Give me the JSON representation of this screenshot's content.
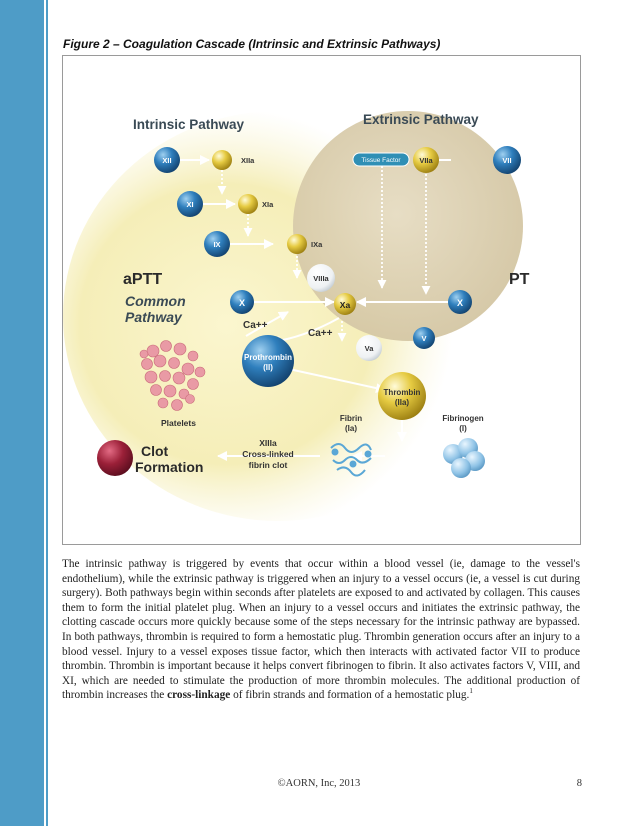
{
  "caption": "Figure 2 – Coagulation Cascade (Intrinsic and Extrinsic Pathways)",
  "diagram": {
    "intrinsic_title": "Intrinsic Pathway",
    "extrinsic_title": "Extrinsic Pathway",
    "aptt": "aPTT",
    "pt": "PT",
    "common_1": "Common",
    "common_2": "Pathway",
    "nodes": {
      "xii": "XII",
      "xiia": "XIIa",
      "xi": "XI",
      "xia": "XIa",
      "ix": "IX",
      "ixa": "IXa",
      "viiia": "VIIIa",
      "x_left": "X",
      "xa": "Xa",
      "x_right": "X",
      "v": "V",
      "va": "Va",
      "tissue_factor": "Tissue Factor",
      "viia": "VIIa",
      "vii": "VII",
      "ca_left": "Ca++",
      "ca_right": "Ca++",
      "prothrombin_1": "Prothrombin",
      "prothrombin_2": "(II)",
      "thrombin_1": "Thrombin",
      "thrombin_2": "(IIa)",
      "fibrin_1": "Fibrin",
      "fibrin_2": "(Ia)",
      "fibrinogen_1": "Fibrinogen",
      "fibrinogen_2": "(I)",
      "platelets": "Platelets",
      "xiiia_1": "XIIIa",
      "xiiia_2": "Cross-linked",
      "xiiia_3": "fibrin clot",
      "clot_1": "Clot",
      "clot_2": "Formation"
    }
  },
  "body": {
    "part1": "The intrinsic pathway is triggered by events that occur within a blood vessel (ie, damage to the vessel's endothelium), while the extrinsic pathway is triggered when an injury to a vessel occurs (ie, a vessel is cut during surgery). Both pathways begin within seconds after platelets are exposed to and activated by collagen. This causes them to form the initial platelet plug. When an injury to a vessel occurs and initiates the extrinsic pathway, the clotting cascade occurs more quickly because some of the steps necessary for the intrinsic pathway are bypassed. In both pathways, thrombin is required to form a hemostatic plug. Thrombin generation occurs after an injury to a blood vessel. Injury to a vessel exposes tissue factor, which then interacts with activated factor VII to produce thrombin. Thrombin is important because it helps convert fibrinogen to fibrin. It also activates factors V, VIII, and XI, which are needed to stimulate the production of more thrombin molecules. The additional production of thrombin increases the ",
    "bold": "cross-linkage",
    "part2": " of fibrin strands and formation of a hemostatic plug.",
    "sup": "1"
  },
  "footer": {
    "copyright": "©AORN, Inc, 2013",
    "page": "8"
  },
  "colors": {
    "sidebar": "#4e9cc7",
    "blue_node": "#2a6fa8",
    "gold_node": "#e0c437",
    "clot": "#9b2038"
  }
}
